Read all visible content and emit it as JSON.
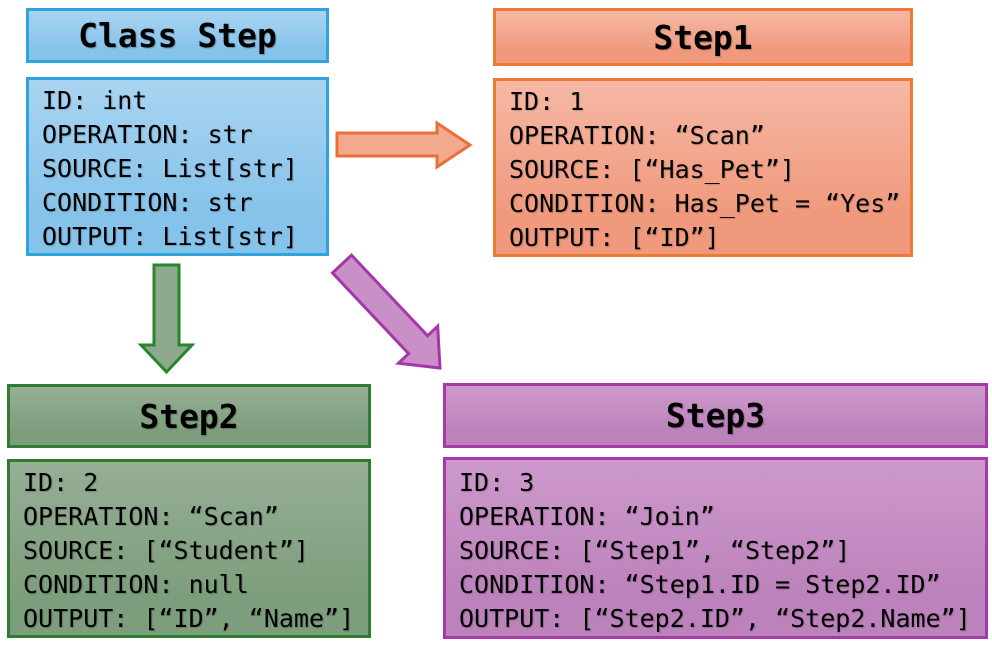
{
  "diagram": {
    "background": "#ffffff",
    "text_color": "#000000",
    "nodes": {
      "class_step": {
        "title": "Class Step",
        "lines": [
          "ID: int",
          "OPERATION: str",
          "SOURCE: List[str]",
          "CONDITION: str",
          "OUTPUT: List[str]"
        ],
        "colors": {
          "fill_top": "#a9d4f1",
          "fill_bottom": "#86c3ea",
          "border": "#2ea3dc"
        }
      },
      "step1": {
        "title": "Step1",
        "lines": [
          "ID: 1",
          "OPERATION: “Scan”",
          "SOURCE: [“Has_Pet”]",
          "CONDITION: Has_Pet = “Yes”",
          "OUTPUT: [“ID”]"
        ],
        "colors": {
          "fill_top": "#f6b8a5",
          "fill_bottom": "#f0997c",
          "border": "#ec7a36"
        }
      },
      "step2": {
        "title": "Step2",
        "lines": [
          "ID: 2",
          "OPERATION: “Scan”",
          "SOURCE: [“Student”]",
          "CONDITION: null",
          "OUTPUT: [“ID”, “Name”]"
        ],
        "colors": {
          "fill_top": "#96ae95",
          "fill_bottom": "#7d9e7c",
          "border": "#2e7d32"
        }
      },
      "step3": {
        "title": "Step3",
        "lines": [
          "ID: 3",
          "OPERATION: “Join”",
          "SOURCE: [“Step1”, “Step2”]",
          "CONDITION: “Step1.ID = Step2.ID”",
          "OUTPUT: [“Step2.ID”, “Step2.Name”]"
        ],
        "colors": {
          "fill_top": "#cd99cc",
          "fill_bottom": "#bc82bb",
          "border": "#a63aa8"
        }
      }
    },
    "arrows": [
      {
        "id": "class-step-to-step1",
        "from": "Class Step",
        "to": "Step1",
        "direction": "right",
        "fill": "#f2a98d",
        "border": "#e8703a"
      },
      {
        "id": "class-step-to-step2",
        "from": "Class Step",
        "to": "Step2",
        "direction": "down",
        "fill": "#8fa98e",
        "border": "#27862c"
      },
      {
        "id": "class-step-to-step3",
        "from": "Class Step",
        "to": "Step3",
        "direction": "down-right",
        "fill": "#c98fc7",
        "border": "#a637a9"
      }
    ]
  }
}
